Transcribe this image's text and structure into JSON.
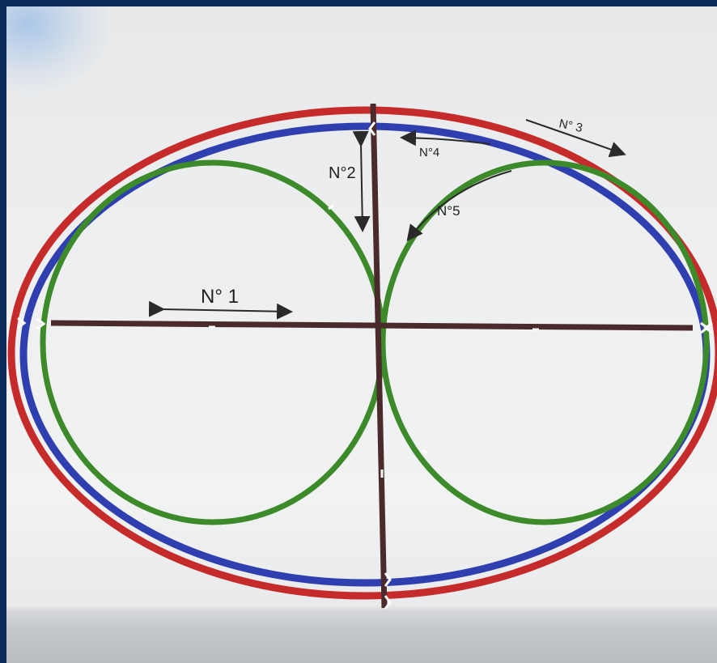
{
  "photo": {
    "description_tags": [
      "track-diagram",
      "painted-board"
    ],
    "colors": {
      "outer_loop": "#c62b2b",
      "middle_loop": "#2f3fb0",
      "inner_circles": "#3c8a2a",
      "straight_tracks": "#4a2a2a",
      "arrows": "#2a2a2a",
      "frame": "#0b2a5c"
    }
  },
  "labels": {
    "route_1": "N° 1",
    "route_2": "N°2",
    "route_3": "N° 3",
    "route_4": "N°4",
    "route_5": "N°5"
  }
}
